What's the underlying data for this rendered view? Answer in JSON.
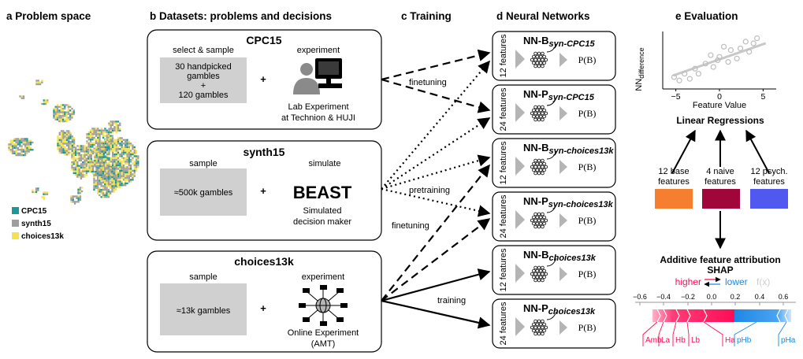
{
  "panels": {
    "a": "a Problem space",
    "b": "b Datasets: problems and decisions",
    "c": "c Training",
    "d": "d Neural Networks",
    "e": "e Evaluation"
  },
  "legend_a": [
    "CPC15",
    "synth15",
    "choices13k"
  ],
  "colors": {
    "cpc15": "#1a9a96",
    "synth15": "#9e9e9e",
    "choices13k": "#f2e34c",
    "base": "#f57f2f",
    "naive": "#a0063a",
    "psych": "#5158f0",
    "higher": "#ff0d57",
    "lower": "#1e88e5"
  },
  "datasets": [
    {
      "title": "CPC15",
      "left_label": "select & sample",
      "box_text": [
        "30 handpicked",
        "gambles",
        "+",
        "120 gambles"
      ],
      "right_label": "experiment",
      "caption": [
        "Lab Experiment",
        "at Technion & HUJI"
      ]
    },
    {
      "title": "synth15",
      "left_label": "sample",
      "box_text": [
        "≈500k gambles"
      ],
      "right_label": "simulate",
      "big_text": "BEAST",
      "caption": [
        "Simulated",
        "decision maker"
      ]
    },
    {
      "title": "choices13k",
      "left_label": "sample",
      "box_text": [
        "≈13k gambles"
      ],
      "right_label": "experiment",
      "caption": [
        "Online Experiment",
        "(AMT)"
      ]
    }
  ],
  "plus": "+",
  "training_labels": [
    "finetuning",
    "pretraining",
    "finetuning",
    "training"
  ],
  "networks": [
    {
      "name": "NN-B",
      "sub": "syn-CPC15",
      "features": "12 features"
    },
    {
      "name": "NN-P",
      "sub": "syn-CPC15",
      "features": "24 features"
    },
    {
      "name": "NN-B",
      "sub": "syn-choices13k",
      "features": "12 features"
    },
    {
      "name": "NN-P",
      "sub": "syn-choices13k",
      "features": "24 features"
    },
    {
      "name": "NN-B",
      "sub": "choices13k",
      "features": "12 features"
    },
    {
      "name": "NN-P",
      "sub": "choices13k",
      "features": "24 features"
    }
  ],
  "output_label": "P(B)",
  "evaluation": {
    "ylabel_main": "NN",
    "ylabel_sub": "difference",
    "xlabel": "Feature Value",
    "xticks": [
      "−5",
      "0",
      "5"
    ],
    "regression_title": "Linear Regressions",
    "feature_groups": [
      {
        "label": [
          "12 base",
          "features"
        ]
      },
      {
        "label": [
          "4 naive",
          "features"
        ]
      },
      {
        "label": [
          "12 psych.",
          "features"
        ]
      }
    ],
    "shap_title": [
      "Additive feature attribution",
      "SHAP"
    ],
    "higher": "higher",
    "lower": "lower",
    "fx": "f(x)",
    "shap_ticks": [
      "−0.6",
      "−0.4",
      "−0.2",
      "0.0",
      "0.2",
      "0.4",
      "0.6"
    ],
    "shap_labels_pos": [
      "Amb",
      "La",
      "Hb",
      "Lb",
      "Ha"
    ],
    "shap_labels_neg": [
      "pHb",
      "pHa"
    ]
  },
  "chart_data": {
    "type": "scatter",
    "xlabel": "Feature Value",
    "ylabel": "NN difference",
    "xticks": [
      -5,
      0,
      5
    ],
    "points": [
      {
        "x": -5.2,
        "y": -0.7
      },
      {
        "x": -4.6,
        "y": -0.9
      },
      {
        "x": -4.0,
        "y": -0.5
      },
      {
        "x": -3.4,
        "y": -0.8
      },
      {
        "x": -2.8,
        "y": -0.2
      },
      {
        "x": -2.4,
        "y": -0.5
      },
      {
        "x": -1.6,
        "y": 0.1
      },
      {
        "x": -1.0,
        "y": 0.6
      },
      {
        "x": -0.7,
        "y": -0.1
      },
      {
        "x": -0.2,
        "y": 0.3
      },
      {
        "x": 0.5,
        "y": 1.1
      },
      {
        "x": 1.0,
        "y": 0.2
      },
      {
        "x": 1.3,
        "y": 0.9
      },
      {
        "x": 2.0,
        "y": 0.4
      },
      {
        "x": 2.4,
        "y": 1.0
      },
      {
        "x": 3.0,
        "y": 1.4
      },
      {
        "x": 3.4,
        "y": 0.8
      },
      {
        "x": 3.9,
        "y": 1.3
      },
      {
        "x": 4.3,
        "y": 1.6
      },
      {
        "x": 0.0,
        "y": 0.5
      }
    ],
    "fit": {
      "slope": 0.18,
      "intercept": 0.35
    },
    "xlim": [
      -6.5,
      6.5
    ],
    "ylim": [
      -1.4,
      2.0
    ]
  }
}
